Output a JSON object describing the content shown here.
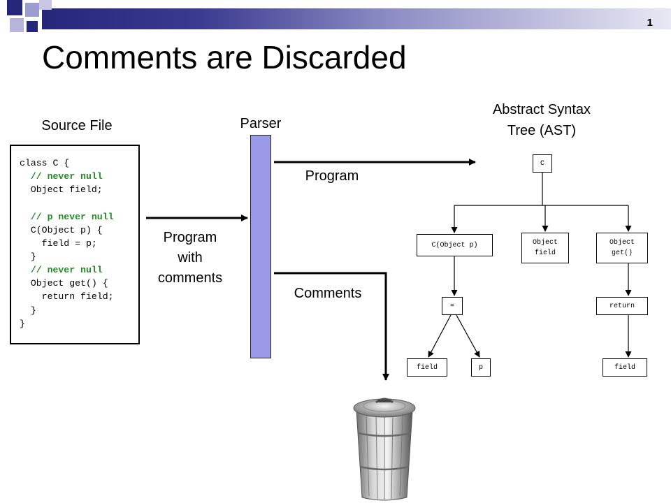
{
  "slide": {
    "title": "Comments are Discarded",
    "page_number": "1"
  },
  "labels": {
    "source_file": "Source File",
    "parser": "Parser",
    "ast_line1": "Abstract Syntax",
    "ast_line2": "Tree (AST)",
    "program": "Program",
    "program_with_comments": [
      "Program",
      "with",
      "comments"
    ],
    "comments": "Comments"
  },
  "source_code": [
    {
      "text": "class C {",
      "comment": false
    },
    {
      "text": "  // never null",
      "comment": true
    },
    {
      "text": "  Object field;",
      "comment": false
    },
    {
      "text": "",
      "comment": false
    },
    {
      "text": "  // p never null",
      "comment": true
    },
    {
      "text": "  C(Object p) {",
      "comment": false
    },
    {
      "text": "    field = p;",
      "comment": false
    },
    {
      "text": "  }",
      "comment": false
    },
    {
      "text": "  // never null",
      "comment": true
    },
    {
      "text": "  Object get() {",
      "comment": false
    },
    {
      "text": "    return field;",
      "comment": false
    },
    {
      "text": "  }",
      "comment": false
    },
    {
      "text": "}",
      "comment": false
    }
  ],
  "ast": {
    "root": "C",
    "constructor": "C(Object p)",
    "field_decl": [
      "Object",
      "field"
    ],
    "method_decl": [
      "Object",
      "get()"
    ],
    "assign": "=",
    "assign_left": "field",
    "assign_right": "p",
    "return_stmt": "return",
    "return_value": "field"
  },
  "icons": {
    "trash": "trash-can-icon"
  }
}
